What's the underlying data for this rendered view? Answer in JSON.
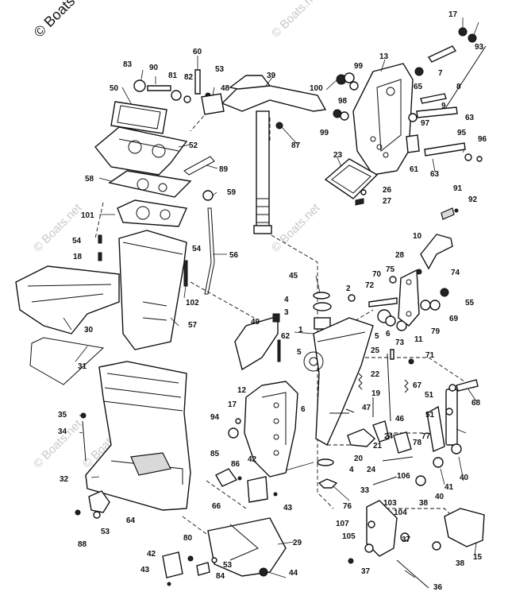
{
  "watermarks": {
    "top_left": "© Boats",
    "top_right": "© Boats.net",
    "mid_left": "© Boats.net",
    "mid_center": "© Boats.net",
    "low_left": "© Boats.net",
    "low_center": "© Boats.net"
  },
  "labels": {
    "l17a": "17",
    "l93": "93",
    "l13": "13",
    "l7": "7",
    "l60": "60",
    "l83": "83",
    "l90": "90",
    "l81": "81",
    "l82": "82",
    "l53a": "53",
    "l39": "39",
    "l99a": "99",
    "l65": "65",
    "l8": "8",
    "l50": "50",
    "l48": "48",
    "l100": "100",
    "l98": "98",
    "l9": "9",
    "l63a": "63",
    "l99b": "99",
    "l97": "97",
    "l87": "87",
    "l52": "52",
    "l95": "95",
    "l96": "96",
    "l23": "23",
    "l61": "61",
    "l63b": "63",
    "l89": "89",
    "l58": "58",
    "l26": "26",
    "l27": "27",
    "l59": "59",
    "l91": "91",
    "l92": "92",
    "l101": "101",
    "l54a": "54",
    "l10": "10",
    "l18": "18",
    "l56": "56",
    "l54b": "54",
    "l28": "28",
    "l74": "74",
    "l75": "75",
    "l70": "70",
    "l45": "45",
    "l72": "72",
    "l102": "102",
    "l2": "2",
    "l55": "55",
    "l4a": "4",
    "l3": "3",
    "l69": "69",
    "l57": "57",
    "l30": "30",
    "l49": "49",
    "l62": "62",
    "l6a": "6",
    "l11": "11",
    "l79": "79",
    "l1": "1",
    "l5a": "5",
    "l5b": "5",
    "l73": "73",
    "l71": "71",
    "l31": "31",
    "l25": "25",
    "l22": "22",
    "l12": "12",
    "l67": "67",
    "l68": "68",
    "l6b": "6",
    "l19": "19",
    "l47": "47",
    "l51": "51",
    "l35": "35",
    "l17b": "17",
    "l94": "94",
    "l46": "46",
    "l34": "34",
    "l21": "21",
    "l24a": "24",
    "l78": "78",
    "l77": "77",
    "l20": "20",
    "l85": "85",
    "l86": "86",
    "l4b": "4",
    "l42a": "42",
    "l24b": "24",
    "l41": "41",
    "l40a": "40",
    "l32": "32",
    "l33": "33",
    "l106": "106",
    "l66": "66",
    "l43a": "43",
    "l76": "76",
    "l38a": "38",
    "l40b": "40",
    "l103": "103",
    "l64": "64",
    "l104": "104",
    "l53b": "53",
    "l107": "107",
    "l105": "105",
    "l15": "15",
    "l37a": "37",
    "l88": "88",
    "l80": "80",
    "l29": "29",
    "l42b": "42",
    "l53c": "53",
    "l38b": "38",
    "l43b": "43",
    "l84": "84",
    "l44": "44",
    "l37b": "37",
    "l36": "36"
  }
}
